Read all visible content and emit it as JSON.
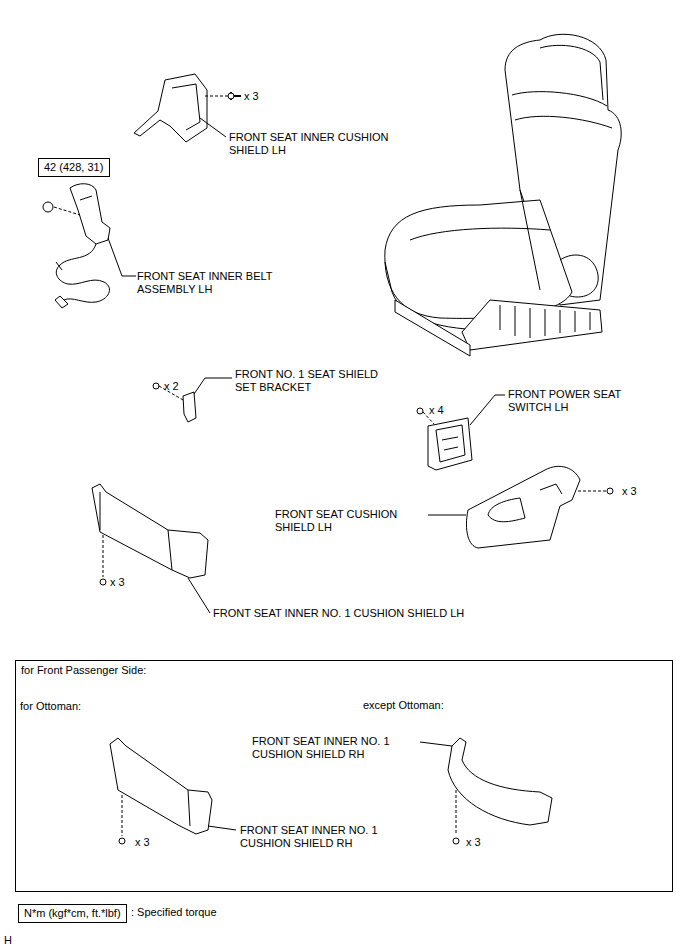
{
  "diagram": {
    "nodes": [
      {
        "text": [
          "42 (428, 31)"
        ]
      },
      {
        "text": [
          "for Front Passenger Side:"
        ]
      },
      {
        "text": [
          "N*m (kgf*cm, ft.*lbf)"
        ]
      }
    ],
    "labels": [
      "x 3",
      "FRONT SEAT INNER CUSHION SHIELD LH",
      "FRONT SEAT INNER BELT ASSEMBLY LH",
      "x 2",
      "FRONT NO. 1 SEAT SHIELD SET BRACKET",
      "x 4",
      "FRONT POWER SEAT SWITCH LH",
      "FRONT SEAT CUSHION SHIELD LH",
      "x 3",
      "x 3",
      "FRONT SEAT INNER NO. 1 CUSHION SHIELD LH",
      "for Ottoman:",
      "except Ottoman:",
      "FRONT SEAT INNER NO. 1 CUSHION SHIELD RH",
      "x 3",
      "FRONT SEAT INNER NO. 1 CUSHION SHIELD RH",
      "x 3",
      "H"
    ],
    "legend": [
      {
        "text": ": Specified torque"
      }
    ]
  }
}
